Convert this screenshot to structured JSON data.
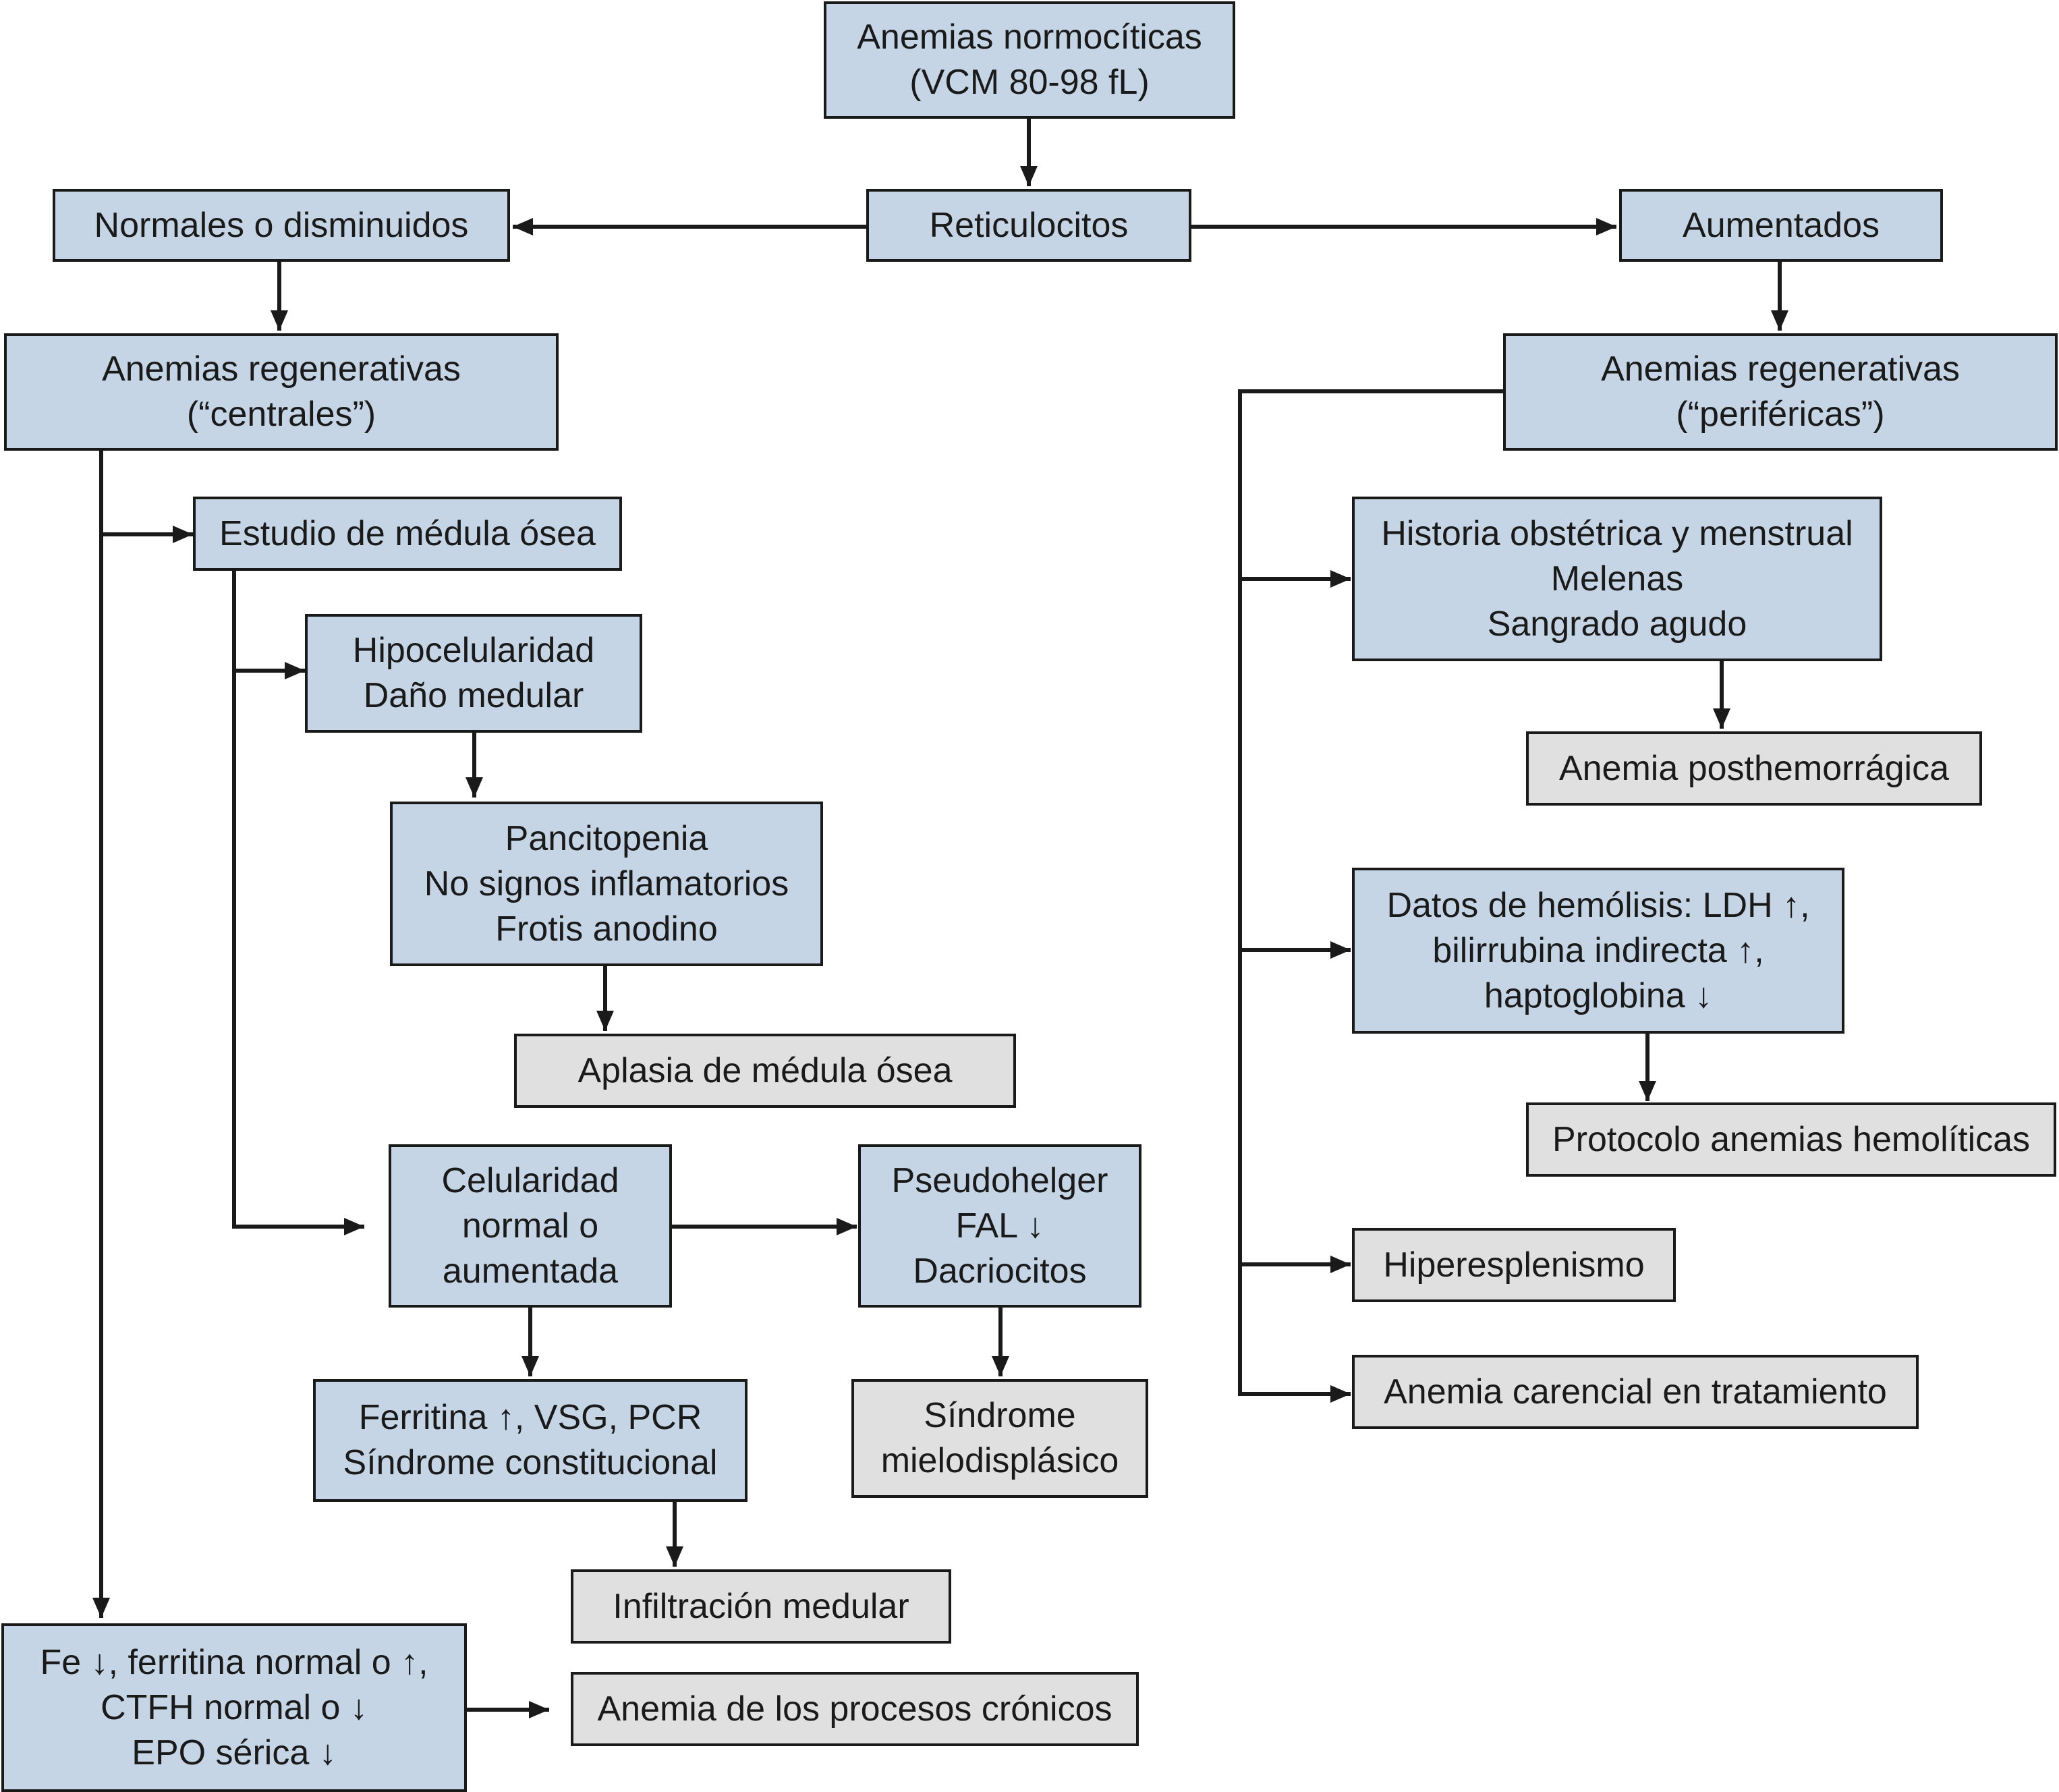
{
  "colors": {
    "process_fill": "#c5d5e6",
    "terminal_fill": "#e0e0e0",
    "stroke": "#1a1a1a"
  },
  "nodes": {
    "root": {
      "lines": [
        "Anemias normocíticas",
        "(VCM 80-98 fL)"
      ]
    },
    "reticulocitos": {
      "lines": [
        "Reticulocitos"
      ]
    },
    "normales": {
      "lines": [
        "Normales o disminuidos"
      ]
    },
    "aumentados": {
      "lines": [
        "Aumentados"
      ]
    },
    "centrales": {
      "lines": [
        "Anemias regenerativas",
        "(“centrales”)"
      ]
    },
    "perifericas": {
      "lines": [
        "Anemias regenerativas",
        "(“periféricas”)"
      ]
    },
    "medula": {
      "lines": [
        "Estudio de médula ósea"
      ]
    },
    "hipocelularidad": {
      "lines": [
        "Hipocelularidad",
        "Daño medular"
      ]
    },
    "pancitopenia": {
      "lines": [
        "Pancitopenia",
        "No signos inflamatorios",
        "Frotis anodino"
      ]
    },
    "aplasia": {
      "lines": [
        "Aplasia de médula ósea"
      ]
    },
    "celularidad": {
      "lines": [
        "Celularidad",
        "normal o",
        "aumentada"
      ]
    },
    "pseudohelger": {
      "lines": [
        "Pseudohelger",
        "FAL ↓",
        "Dacriocitos"
      ]
    },
    "sindrome_mds": {
      "lines": [
        "Síndrome",
        "mielodisplásico"
      ]
    },
    "ferritina": {
      "lines": [
        "Ferritina ↑, VSG, PCR",
        "Síndrome constitucional"
      ]
    },
    "infiltracion": {
      "lines": [
        "Infiltración medular"
      ]
    },
    "fe": {
      "lines": [
        "Fe ↓, ferritina normal o ↑,",
        "CTFH normal o ↓",
        "EPO sérica ↓"
      ]
    },
    "cronicos": {
      "lines": [
        "Anemia de los procesos crónicos"
      ]
    },
    "historia": {
      "lines": [
        "Historia obstétrica y menstrual",
        "Melenas",
        "Sangrado agudo"
      ]
    },
    "posthemorragica": {
      "lines": [
        "Anemia posthemorrágica"
      ]
    },
    "hemolisis": {
      "lines": [
        "Datos de hemólisis: LDH ↑,",
        "bilirrubina indirecta ↑,",
        "haptoglobina ↓"
      ]
    },
    "protocolo": {
      "lines": [
        "Protocolo anemias hemolíticas"
      ]
    },
    "hiperesplenismo": {
      "lines": [
        "Hiperesplenismo"
      ]
    },
    "carencial": {
      "lines": [
        "Anemia carencial en tratamiento"
      ]
    }
  }
}
